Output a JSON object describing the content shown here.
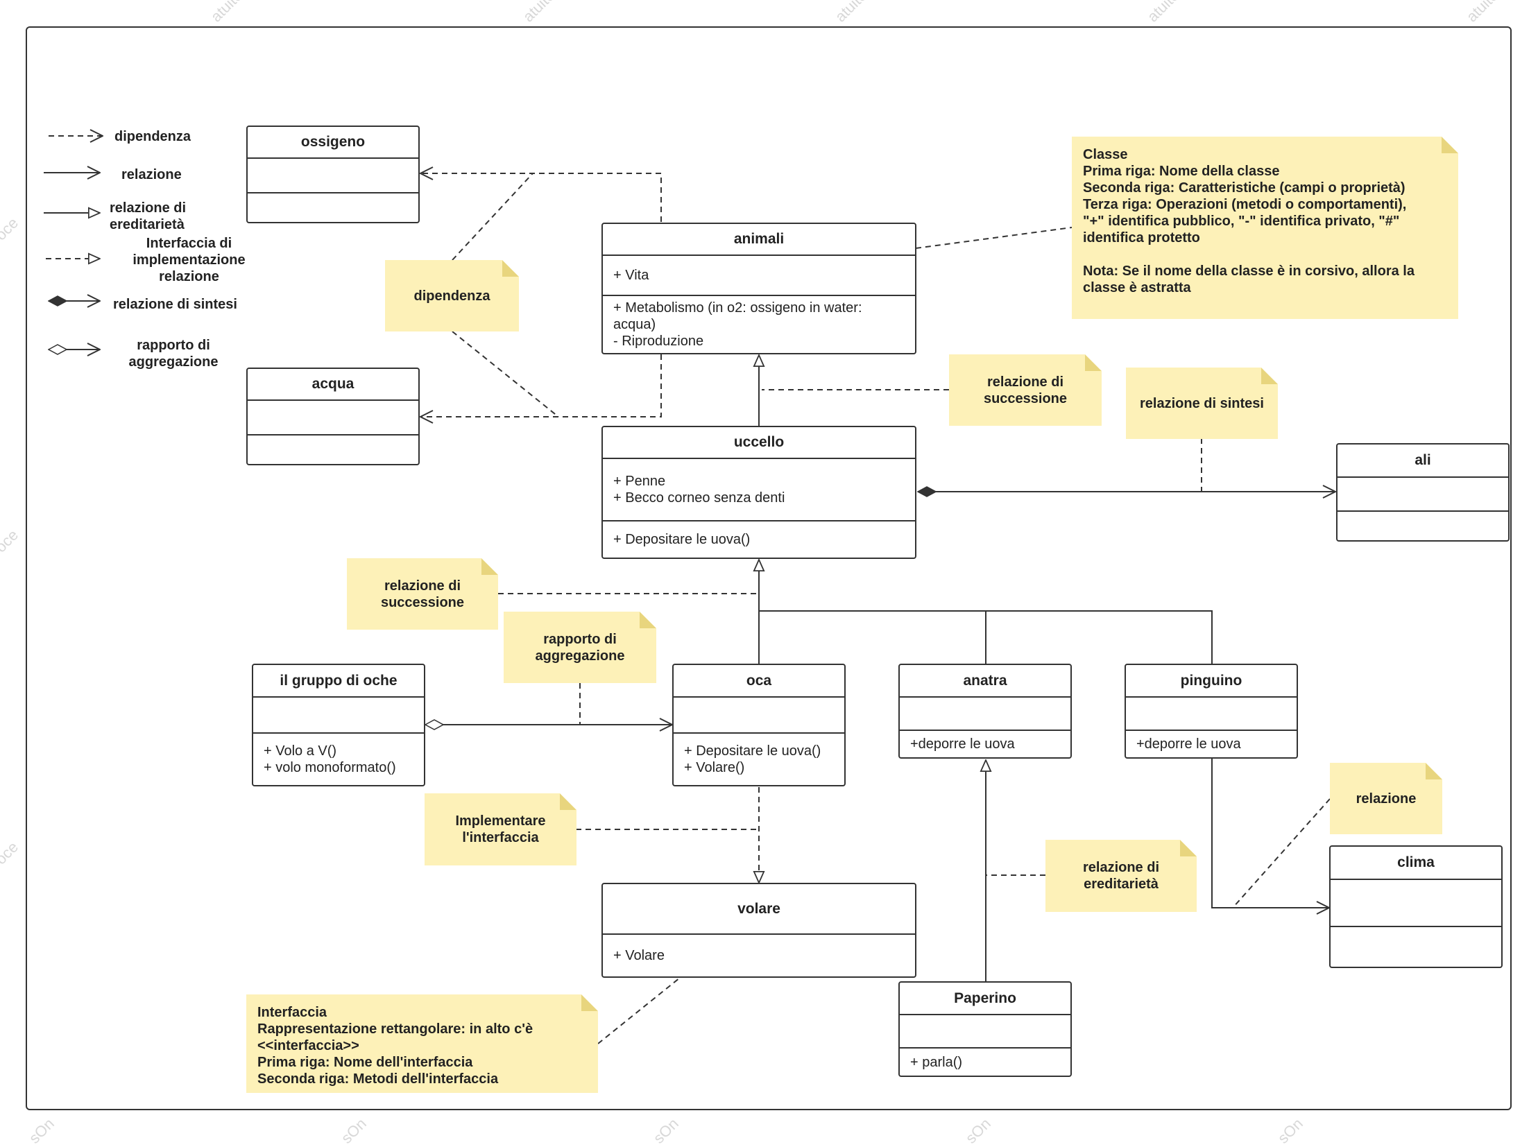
{
  "legend": [
    {
      "label": "dipendenza"
    },
    {
      "label": "relazione"
    },
    {
      "label": "relazione di ereditarietà"
    },
    {
      "label": "Interfaccia di implementazione relazione"
    },
    {
      "label": "relazione di sintesi"
    },
    {
      "label": "rapporto di aggregazione"
    }
  ],
  "classes": {
    "ossigeno": {
      "name": "ossigeno"
    },
    "acqua": {
      "name": "acqua"
    },
    "animali": {
      "name": "animali",
      "attributes": [
        "+ Vita"
      ],
      "methods": [
        "+ Metabolismo (in o2: ossigeno in water:",
        "acqua)",
        "- Riproduzione"
      ]
    },
    "uccello": {
      "name": "uccello",
      "attributes": [
        "+ Penne",
        "+ Becco corneo senza denti"
      ],
      "methods": [
        "+ Depositare le uova()"
      ]
    },
    "ali": {
      "name": "ali"
    },
    "gruppo": {
      "name": "il gruppo di oche",
      "methods": [
        "+ Volo a V()",
        "+ volo monoformato()"
      ]
    },
    "oca": {
      "name": "oca",
      "methods": [
        "+ Depositare le uova()",
        "+ Volare()"
      ]
    },
    "anatra": {
      "name": "anatra",
      "methods": [
        "+deporre le uova"
      ]
    },
    "pinguino": {
      "name": "pinguino",
      "methods": [
        "+deporre le uova"
      ]
    },
    "volare": {
      "name": "volare",
      "methods": [
        "+ Volare"
      ]
    },
    "paperino": {
      "name": "Paperino",
      "methods": [
        "+ parla()"
      ]
    },
    "clima": {
      "name": "clima"
    }
  },
  "notes": {
    "dipendenza": "dipendenza",
    "successione1": [
      "relazione di",
      "successione"
    ],
    "sintesi": "relazione di sintesi",
    "successione2": [
      "relazione di",
      "successione"
    ],
    "aggregazione": [
      "rapporto di",
      "aggregazione"
    ],
    "implementare": [
      "Implementare",
      "l'interfaccia"
    ],
    "ereditarieta": [
      "relazione di",
      "ereditarietà"
    ],
    "relazione": "relazione",
    "classe": [
      "Classe",
      "Prima riga: Nome della classe",
      "Seconda riga: Caratteristiche (campi o proprietà)",
      "Terza riga: Operazioni (metodi o comportamenti),",
      "\"+\" identifica pubblico, \"-\" identifica privato, \"#\"",
      "identifica protetto",
      "",
      "Nota: Se il nome della classe è in corsivo, allora la",
      "classe è astratta"
    ],
    "interfaccia": [
      "Interfaccia",
      "Rappresentazione rettangolare: in alto c'è",
      "<<interfaccia>>",
      "Prima riga: Nome dell'interfaccia",
      "Seconda riga: Metodi dell'interfaccia"
    ]
  }
}
